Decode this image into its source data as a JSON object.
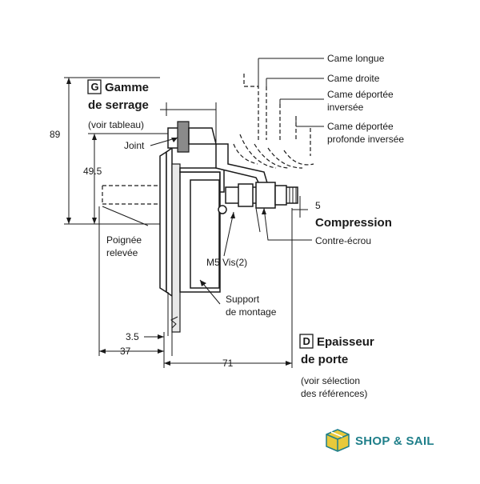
{
  "labels": {
    "came_longue": "Came longue",
    "came_droite": "Came droite",
    "came_deportee_inversee_1": "Came déportée",
    "came_deportee_inversee_2": "inversée",
    "came_deportee_profonde_1": "Came déportée",
    "came_deportee_profonde_2": "profonde inversée",
    "gamme_letter": "G",
    "gamme_1": "Gamme",
    "gamme_2": "de serrage",
    "gamme_3": "(voir tableau)",
    "joint": "Joint",
    "compression_value": "5",
    "compression": "Compression",
    "contre_ecrou": "Contre-écrou",
    "poignee_1": "Poignée",
    "poignee_2": "relevée",
    "m5_vis": "M5 Vis(2)",
    "support_1": "Support",
    "support_2": "de montage",
    "epaisseur_letter": "D",
    "epaisseur_1": "Epaisseur",
    "epaisseur_2": "de porte",
    "epaisseur_3": "(voir sélection",
    "epaisseur_4": "des références)"
  },
  "dimensions": {
    "d89": "89",
    "d49_5": "49.5",
    "d3_5": "3.5",
    "d37": "37",
    "d71": "71"
  },
  "logo": {
    "text": "SHOP & SAIL",
    "icon": "box-logo-icon",
    "color": "#1f7f8a",
    "accent": "#e8c93a"
  }
}
